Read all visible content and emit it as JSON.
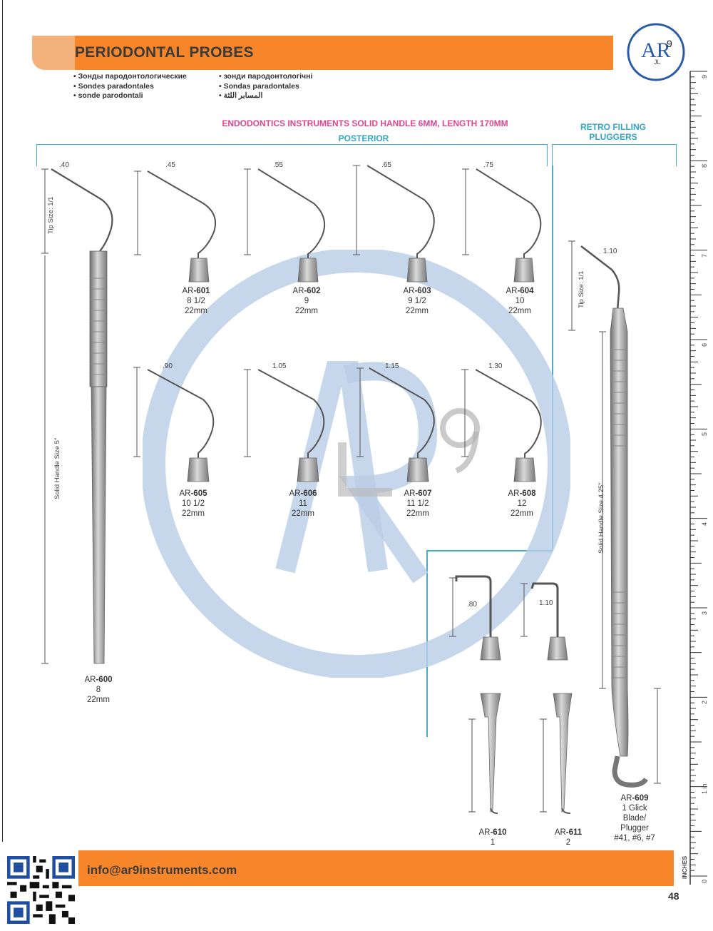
{
  "header": {
    "title": "PERIODONTAL PROBES",
    "translations_col1": [
      "Зонды пародонтологические",
      "Sondes paradontales",
      "sonde parodontali"
    ],
    "translations_col2": [
      "зонди пародонтологічні",
      "Sondas paradontales",
      "المسابر اللثة"
    ]
  },
  "captions": {
    "main": "ENDODONTICS INSTRUMENTS SOLID HANDLE 6MM, LENGTH 170MM",
    "posterior": "POSTERIOR",
    "retro_line1": "RETRO FILLING",
    "retro_line2": "PLUGGERS"
  },
  "dimension_labels": {
    "tip_size": "Tip Size: 1/1",
    "solid_handle_5": "Solid Handle Size 5\"",
    "solid_handle_425": "Solid Handle Size 4.25\"",
    "inches": "INCHES"
  },
  "probes_row1": [
    {
      "size": ".45",
      "code_prefix": "AR",
      "code": "-601",
      "number": "8 1/2",
      "length": "22mm"
    },
    {
      "size": ".55",
      "code_prefix": "AR",
      "code": "-602",
      "number": "9",
      "length": "22mm"
    },
    {
      "size": ".65",
      "code_prefix": "AR",
      "code": "-603",
      "number": "9 1/2",
      "length": "22mm"
    },
    {
      "size": ".75",
      "code_prefix": "AR",
      "code": "-604",
      "number": "10",
      "length": "22mm"
    }
  ],
  "probes_row2": [
    {
      "size": ".90",
      "code_prefix": "AR",
      "code": "-605",
      "number": "10 1/2",
      "length": "22mm"
    },
    {
      "size": "1.05",
      "code_prefix": "AR",
      "code": "-606",
      "number": "11",
      "length": "22mm"
    },
    {
      "size": "1.15",
      "code_prefix": "AR",
      "code": "-607",
      "number": "11 1/2",
      "length": "22mm"
    },
    {
      "size": "1.30",
      "code_prefix": "AR",
      "code": "-608",
      "number": "12",
      "length": "22mm"
    }
  ],
  "main_probe": {
    "size": ".40",
    "code_prefix": "AR",
    "code": "-600",
    "number": "8",
    "length": "22mm"
  },
  "plugger_609": {
    "size": "1.10",
    "code_prefix": "AR",
    "code": "-609",
    "line1": "1 Glick",
    "line2": "Blade/",
    "line3": "Plugger",
    "line4": "#41, #6, #7"
  },
  "tip_610": {
    "size": ".80",
    "code_prefix": "AR",
    "code": "-610",
    "number": "1"
  },
  "tip_611": {
    "size": "1.10",
    "code_prefix": "AR",
    "code": "-611",
    "number": "2"
  },
  "ruler": {
    "numbers": [
      "9",
      "8",
      "7",
      "6",
      "5",
      "4",
      "3",
      "2",
      "1 in",
      "0"
    ]
  },
  "logo": {
    "text_main": "AR",
    "text_sup": "9",
    "text_sub": "JL"
  },
  "footer": {
    "email": "info@ar9instruments.com",
    "page": "48"
  },
  "colors": {
    "orange": "#f7862b",
    "teal": "#3fb0cc",
    "pink": "#e0458f",
    "watermark": "#b9cde6"
  }
}
